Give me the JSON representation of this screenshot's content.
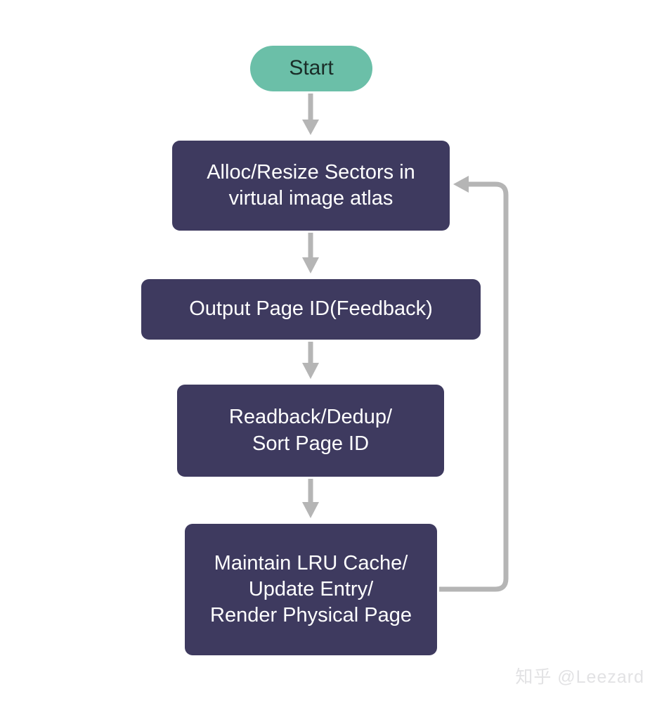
{
  "diagram": {
    "title": "Virtual image atlas page pipeline flowchart",
    "background_color": "#ffffff",
    "connector_color": "#b5b5b5",
    "nodes": [
      {
        "id": "start",
        "label": "Start",
        "shape": "pill",
        "fill": "#6bbfa8",
        "text_color": "#1a2d28"
      },
      {
        "id": "alloc",
        "label": "Alloc/Resize Sectors in\nvirtual image atlas",
        "shape": "rounded-rect",
        "fill": "#3e3a5f",
        "text_color": "#ffffff"
      },
      {
        "id": "output",
        "label": "Output Page ID(Feedback)",
        "shape": "rounded-rect",
        "fill": "#3e3a5f",
        "text_color": "#ffffff"
      },
      {
        "id": "readback",
        "label": "Readback/Dedup/\nSort Page ID",
        "shape": "rounded-rect",
        "fill": "#3e3a5f",
        "text_color": "#ffffff"
      },
      {
        "id": "maintain",
        "label": "Maintain LRU Cache/\nUpdate Entry/\nRender Physical Page",
        "shape": "rounded-rect",
        "fill": "#3e3a5f",
        "text_color": "#ffffff"
      }
    ],
    "edges": [
      {
        "id": "start-to-alloc",
        "from": "start",
        "to": "alloc",
        "label": "",
        "style": "straight-down-arrow"
      },
      {
        "id": "alloc-to-output",
        "from": "alloc",
        "to": "output",
        "label": "",
        "style": "straight-down-arrow"
      },
      {
        "id": "output-to-readback",
        "from": "output",
        "to": "readback",
        "label": "",
        "style": "straight-down-arrow"
      },
      {
        "id": "readback-to-maintain",
        "from": "readback",
        "to": "maintain",
        "label": "",
        "style": "straight-down-arrow"
      },
      {
        "id": "maintain-to-alloc-feedback",
        "from": "maintain",
        "to": "alloc",
        "label": "",
        "style": "elbow-loop-arrow-left"
      }
    ]
  },
  "watermark": {
    "text": "知乎 @Leezard"
  }
}
